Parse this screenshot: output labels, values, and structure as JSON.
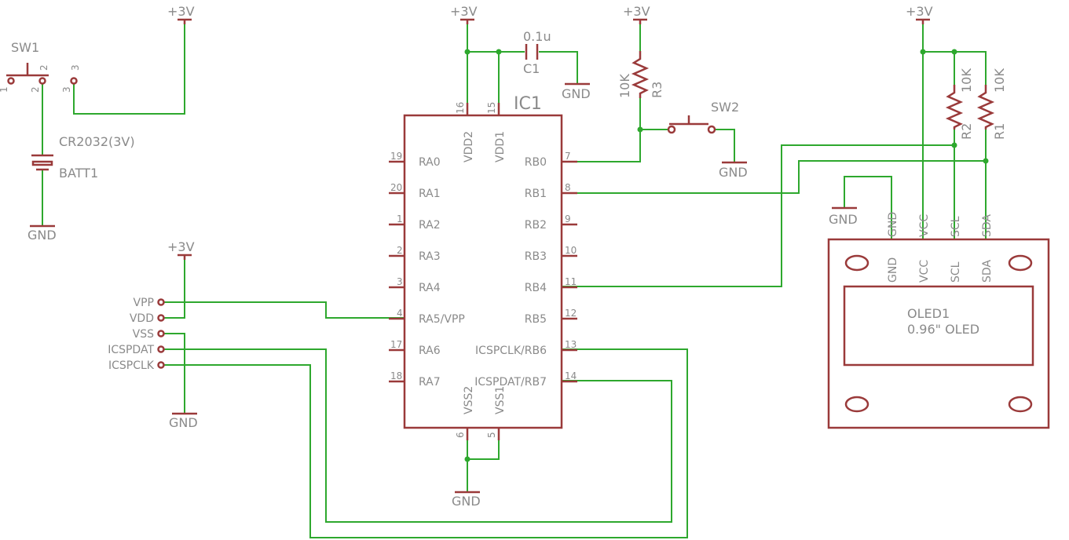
{
  "power": {
    "vcc": "+3V",
    "gnd": "GND"
  },
  "sw1": {
    "name": "SW1",
    "pins": [
      "1",
      "2",
      "3"
    ]
  },
  "batt1": {
    "name": "BATT1",
    "value": "CR2032(3V)"
  },
  "c1": {
    "name": "C1",
    "value": "0.1u"
  },
  "r3": {
    "name": "R3",
    "value": "10K"
  },
  "r2": {
    "name": "R2",
    "value": "10K"
  },
  "r1": {
    "name": "R1",
    "value": "10K"
  },
  "sw2": {
    "name": "SW2"
  },
  "ic1": {
    "name": "IC1",
    "top_pins": [
      {
        "num": "16",
        "label": "VDD2"
      },
      {
        "num": "15",
        "label": "VDD1"
      }
    ],
    "bottom_pins": [
      {
        "num": "6",
        "label": "VSS2"
      },
      {
        "num": "5",
        "label": "VSS1"
      }
    ],
    "left_pins": [
      {
        "num": "19",
        "label": "RA0"
      },
      {
        "num": "20",
        "label": "RA1"
      },
      {
        "num": "1",
        "label": "RA2"
      },
      {
        "num": "2",
        "label": "RA3"
      },
      {
        "num": "3",
        "label": "RA4"
      },
      {
        "num": "4",
        "label": "RA5/VPP"
      },
      {
        "num": "17",
        "label": "RA6"
      },
      {
        "num": "18",
        "label": "RA7"
      }
    ],
    "right_pins": [
      {
        "num": "7",
        "label": "RB0"
      },
      {
        "num": "8",
        "label": "RB1"
      },
      {
        "num": "9",
        "label": "RB2"
      },
      {
        "num": "10",
        "label": "RB3"
      },
      {
        "num": "11",
        "label": "RB4"
      },
      {
        "num": "12",
        "label": "RB5"
      },
      {
        "num": "13",
        "label": "ICSPCLK/RB6"
      },
      {
        "num": "14",
        "label": "ICSPDAT/RB7"
      }
    ]
  },
  "icsp": {
    "labels": [
      "VPP",
      "VDD",
      "VSS",
      "ICSPDAT",
      "ICSPCLK"
    ]
  },
  "oled1": {
    "name": "OLED1",
    "value": "0.96\" OLED",
    "pins": [
      "GND",
      "VCC",
      "SCL",
      "SDA"
    ]
  }
}
